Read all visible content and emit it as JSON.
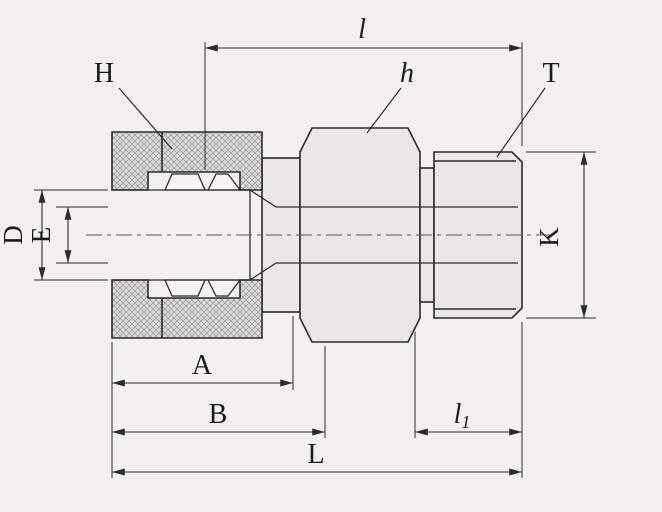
{
  "labels": {
    "l": "l",
    "H": "H",
    "h": "h",
    "T": "T",
    "D": "D",
    "E": "E",
    "K": "K",
    "A": "A",
    "B": "B",
    "L": "L",
    "l1_base": "l",
    "l1_sub": "1"
  },
  "colors": {
    "background": "#f2f1ef",
    "line": "#2b2b2b",
    "body_fill": "#e9e8e6",
    "hatch_fill": "#dcdbd9",
    "hatch_line": "#97968f"
  }
}
